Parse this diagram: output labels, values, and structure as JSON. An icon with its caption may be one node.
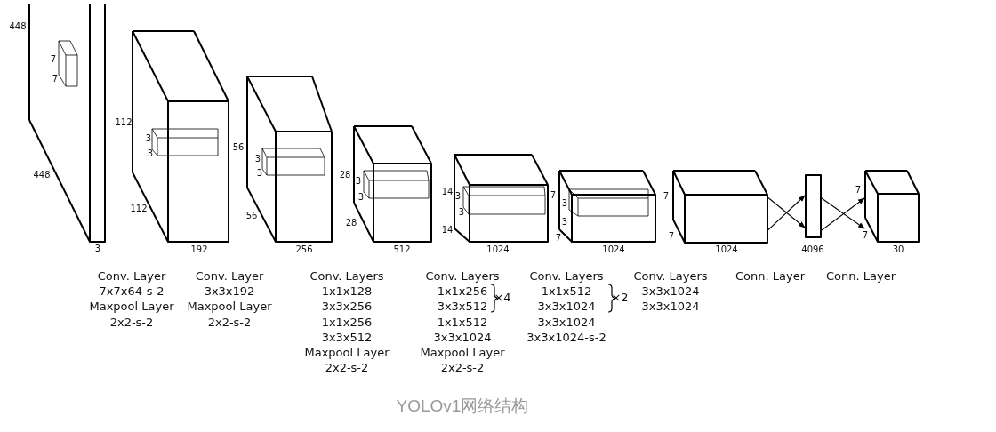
{
  "diagram": {
    "caption": "YOLOv1网络结构",
    "nodes": [
      {
        "text": [],
        "shape": "box"
      },
      {
        "text": [],
        "shape": "box"
      },
      {
        "text": [],
        "shape": "box"
      },
      {
        "text": [],
        "shape": "box"
      },
      {
        "text": [],
        "shape": "box"
      },
      {
        "text": [],
        "shape": "box"
      },
      {
        "text": [],
        "shape": "box"
      },
      {
        "text": [],
        "shape": "bar"
      },
      {
        "text": [],
        "shape": "box"
      }
    ],
    "edges": [
      {
        "from": 6,
        "to": 7,
        "arrow": "to"
      },
      {
        "from": 6,
        "to": 7,
        "arrow": "to"
      },
      {
        "from": 7,
        "to": 8,
        "arrow": "to"
      },
      {
        "from": 7,
        "to": 8,
        "arrow": "to"
      }
    ],
    "labels": [
      "448",
      "7",
      "7",
      "448",
      "3",
      "112",
      "3",
      "3",
      "112",
      "192",
      "56",
      "3",
      "3",
      "56",
      "256",
      "28",
      "3",
      "3",
      "28",
      "512",
      "14",
      "3",
      "3",
      "14",
      "1024",
      "7",
      "3",
      "3",
      "7",
      "1024",
      "7",
      "7",
      "1024",
      "4096",
      "7",
      "7",
      "30",
      "Conv. Layer",
      "7x7x64-s-2",
      "Maxpool Layer",
      "2x2-s-2",
      "Conv. Layer",
      "3x3x192",
      "Maxpool Layer",
      "2x2-s-2",
      "Conv. Layers",
      "1x1x128",
      "3x3x256",
      "1x1x256",
      "3x3x512",
      "Maxpool Layer",
      "2x2-s-2",
      "Conv. Layers",
      "1x1x256",
      "3x3x512",
      "×4",
      "1x1x512",
      "3x3x1024",
      "Maxpool Layer",
      "2x2-s-2",
      "Conv. Layers",
      "1x1x512",
      "3x3x1024",
      "×2",
      "3x3x1024",
      "3x3x1024-s-2",
      "Conv. Layers",
      "3x3x1024",
      "3x3x1024",
      "Conn. Layer",
      "Conn. Layer"
    ]
  }
}
